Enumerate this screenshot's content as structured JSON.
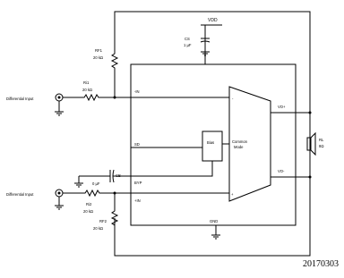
{
  "vdd_label": "VDD",
  "cs": {
    "name": "CS",
    "value": "1 µF"
  },
  "rf1": {
    "name": "RF1",
    "value": "20 kΩ"
  },
  "ri1": {
    "name": "Ri1",
    "value": "20 kΩ"
  },
  "ri2": {
    "name": "Ri2",
    "value": "20 kΩ"
  },
  "rf2": {
    "name": "RF2",
    "value": "20 kΩ"
  },
  "cb": {
    "name": "CB",
    "value": "0 µF"
  },
  "differential_input_1": "Differential Input",
  "differential_input_2": "Differential Input",
  "pin_in_minus": "-IN",
  "pin_in_plus": "+IN",
  "pin_sd": "SD",
  "pin_byp": "BYP",
  "pin_gnd": "GND",
  "pin_vo_plus": "VO+",
  "pin_vo_minus": "VO-",
  "amp_minus": "-",
  "amp_plus": "+",
  "bias_block": "Bias",
  "common_mode": [
    "Common",
    "Mode"
  ],
  "speaker": {
    "name": "RL",
    "value": "8Ω"
  },
  "figure_number": "20170303"
}
